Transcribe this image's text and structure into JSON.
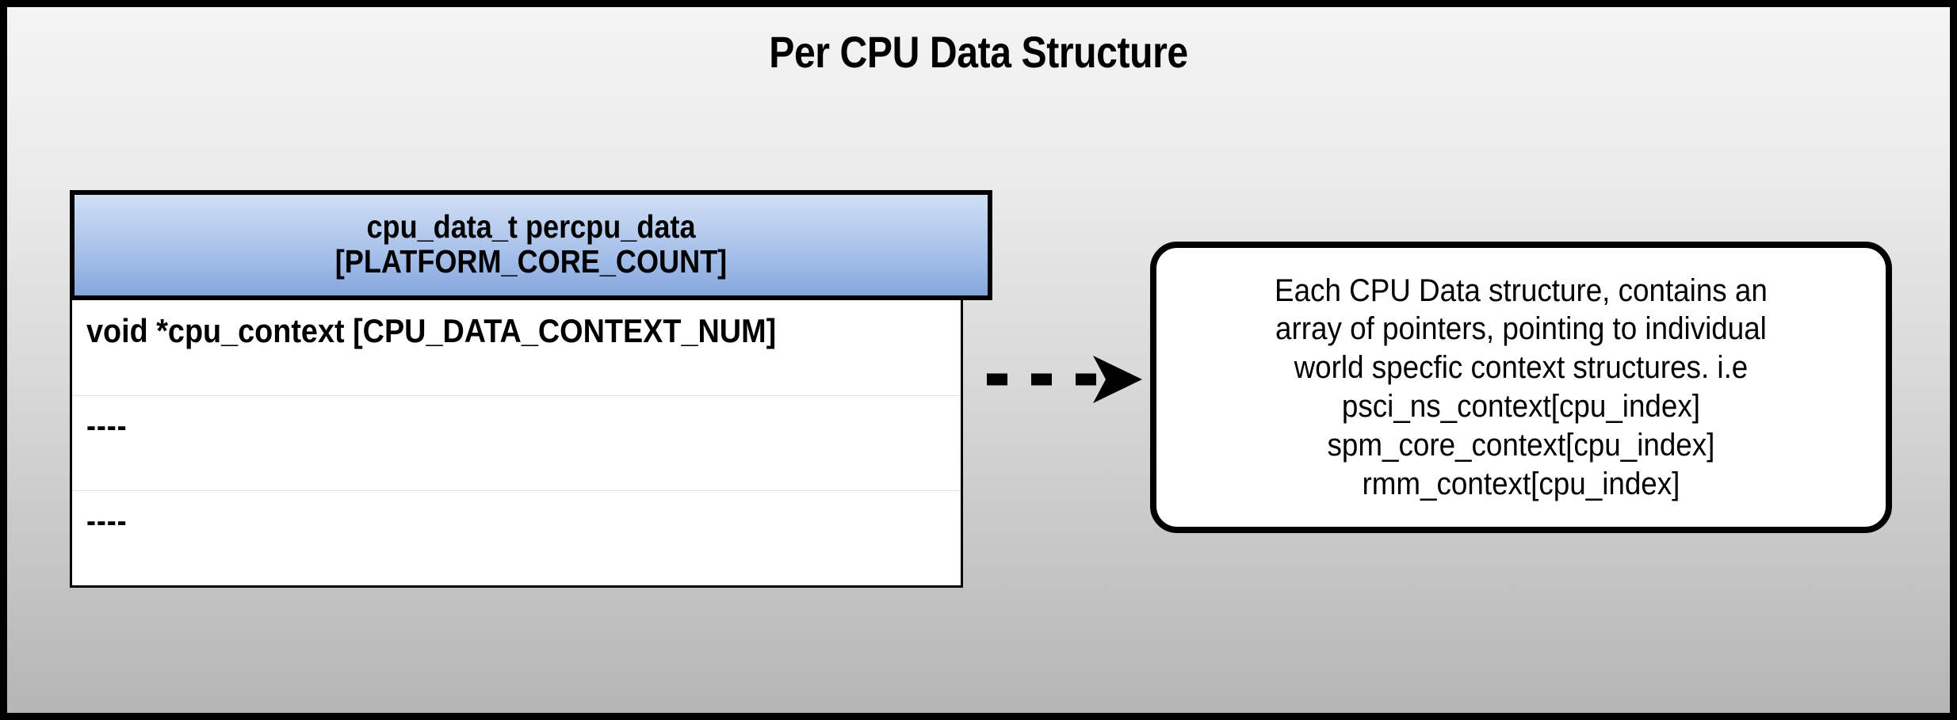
{
  "diagram": {
    "title": "Per CPU Data Structure",
    "background": {
      "gradient_top": "#f4f4f4",
      "gradient_bottom": "#b5b5b5",
      "border_color": "#000000"
    }
  },
  "struct_table": {
    "header": {
      "line1": "cpu_data_t percpu_data",
      "line2": "[PLATFORM_CORE_COUNT]",
      "fill_top": "#cfdef5",
      "fill_bottom": "#86a8de"
    },
    "rows": [
      {
        "text": "void *cpu_context [CPU_DATA_CONTEXT_NUM]"
      },
      {
        "text": "----"
      },
      {
        "text": "----"
      }
    ]
  },
  "connector": {
    "name": "dashed-arrow",
    "style": "dashed",
    "color": "#000000",
    "direction": "right"
  },
  "callout": {
    "text": "Each CPU Data structure, contains an\narray of pointers, pointing to individual\nworld specfic context structures. i.e\npsci_ns_context[cpu_index]\nspm_core_context[cpu_index]\nrmm_context[cpu_index]",
    "border_color": "#000000",
    "fill": "#ffffff"
  }
}
